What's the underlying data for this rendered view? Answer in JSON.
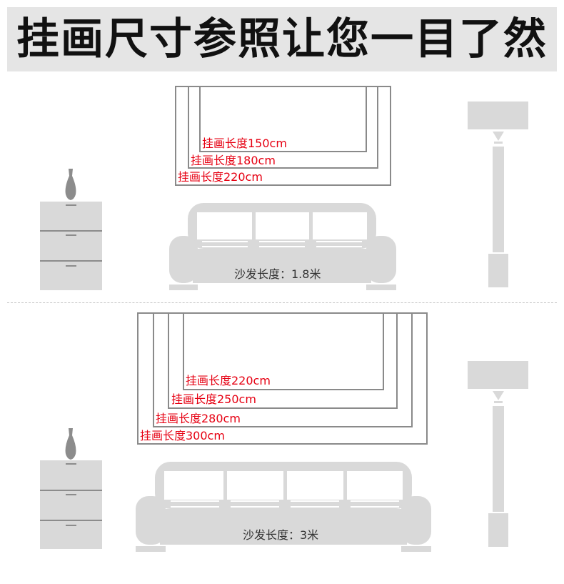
{
  "header": {
    "title": "挂画尺寸参照让您一目了然"
  },
  "scenes": [
    {
      "frame_labels": [
        "挂画长度150cm",
        "挂画长度180cm",
        "挂画长度220cm"
      ],
      "sofa_caption": "沙发长度：1.8米"
    },
    {
      "frame_labels": [
        "挂画长度220cm",
        "挂画长度250cm",
        "挂画长度280cm",
        "挂画长度300cm"
      ],
      "sofa_caption": "沙发长度：3米"
    }
  ],
  "colors": {
    "header_background": "#e5e5e5",
    "frame_line": "#8a8a8a",
    "label_text": "#e60012",
    "furniture_fill": "#d9d9d9",
    "vase": "#8c8c8c"
  }
}
